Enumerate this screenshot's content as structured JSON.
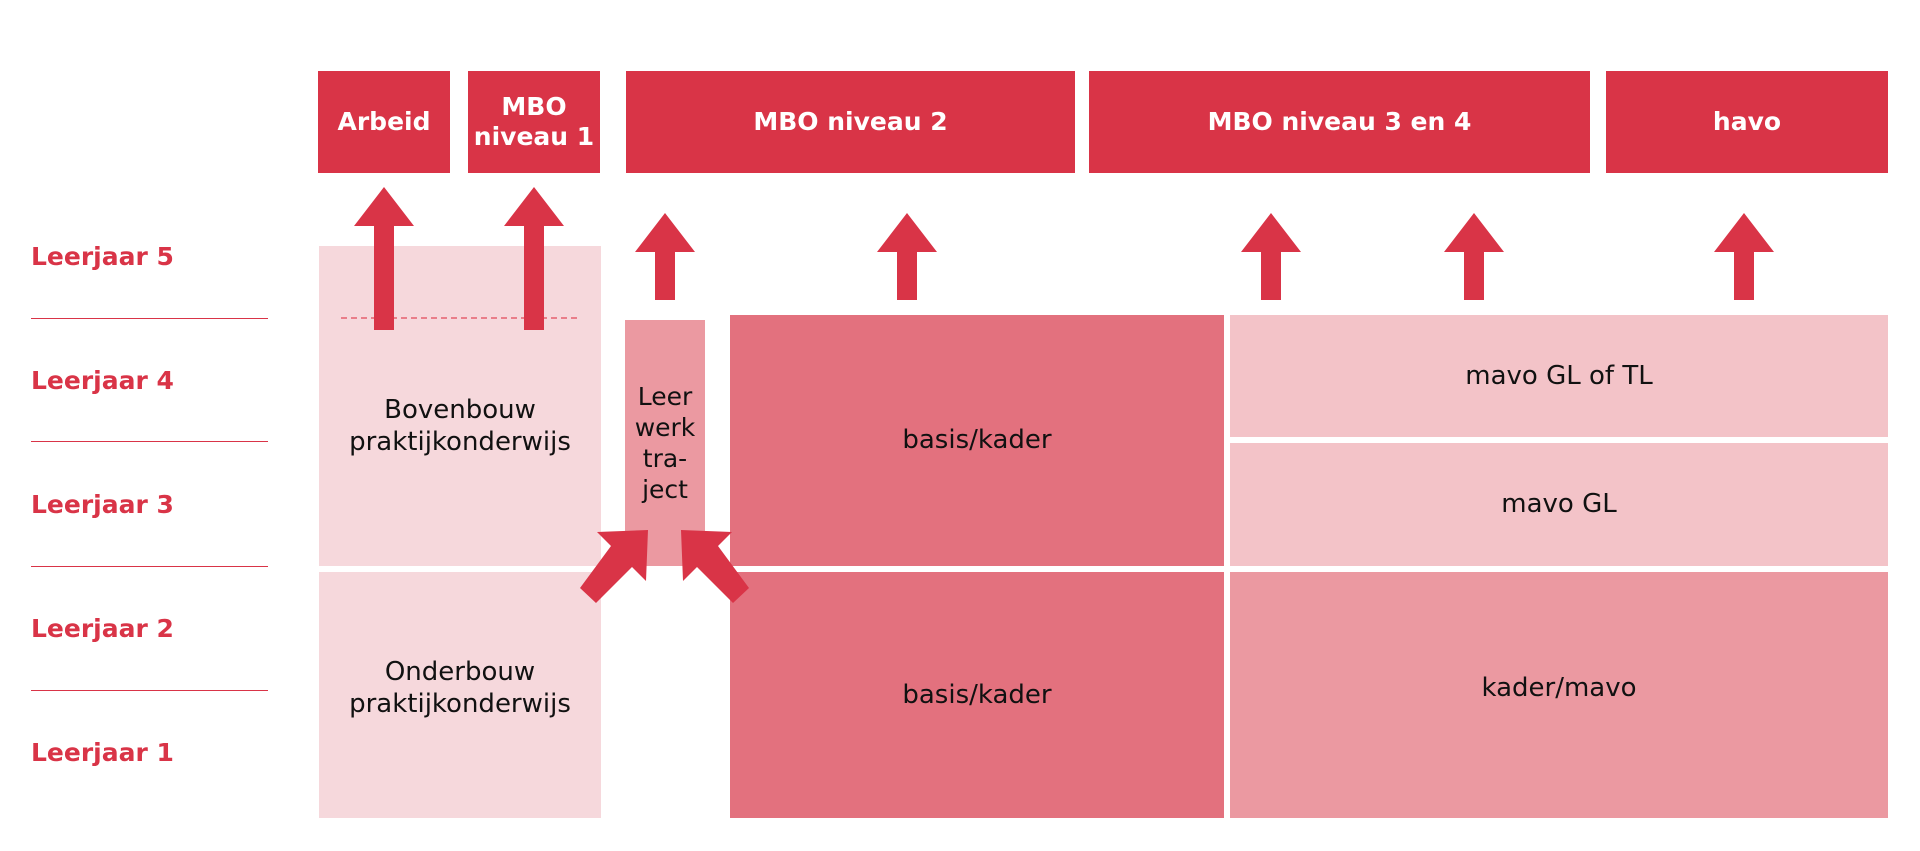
{
  "destinations": {
    "arbeid": "Arbeid",
    "mbo1_line1": "MBO",
    "mbo1_line2": "niveau 1",
    "mbo2": "MBO niveau 2",
    "mbo34": "MBO niveau 3 en 4",
    "havo": "havo"
  },
  "years": {
    "y5": "Leerjaar 5",
    "y4": "Leerjaar 4",
    "y3": "Leerjaar 3",
    "y2": "Leerjaar 2",
    "y1": "Leerjaar 1"
  },
  "blocks": {
    "bovenbouw_line1": "Bovenbouw",
    "bovenbouw_line2": "praktijkonderwijs",
    "onderbouw_line1": "Onderbouw",
    "onderbouw_line2": "praktijkonderwijs",
    "lwt_1": "Leer",
    "lwt_2": "werk",
    "lwt_3": "tra-",
    "lwt_4": "ject",
    "basis_kader_upper": "basis/kader",
    "basis_kader_lower": "basis/kader",
    "mavo_gl_tl": "mavo GL of TL",
    "mavo_gl": "mavo GL",
    "kader_mavo": "kader/mavo"
  },
  "colors": {
    "accent": "#d93447",
    "light": "#f6d8dc",
    "pale": "#f3c3c8",
    "medium": "#eb99a1",
    "dark": "#e3717e"
  }
}
